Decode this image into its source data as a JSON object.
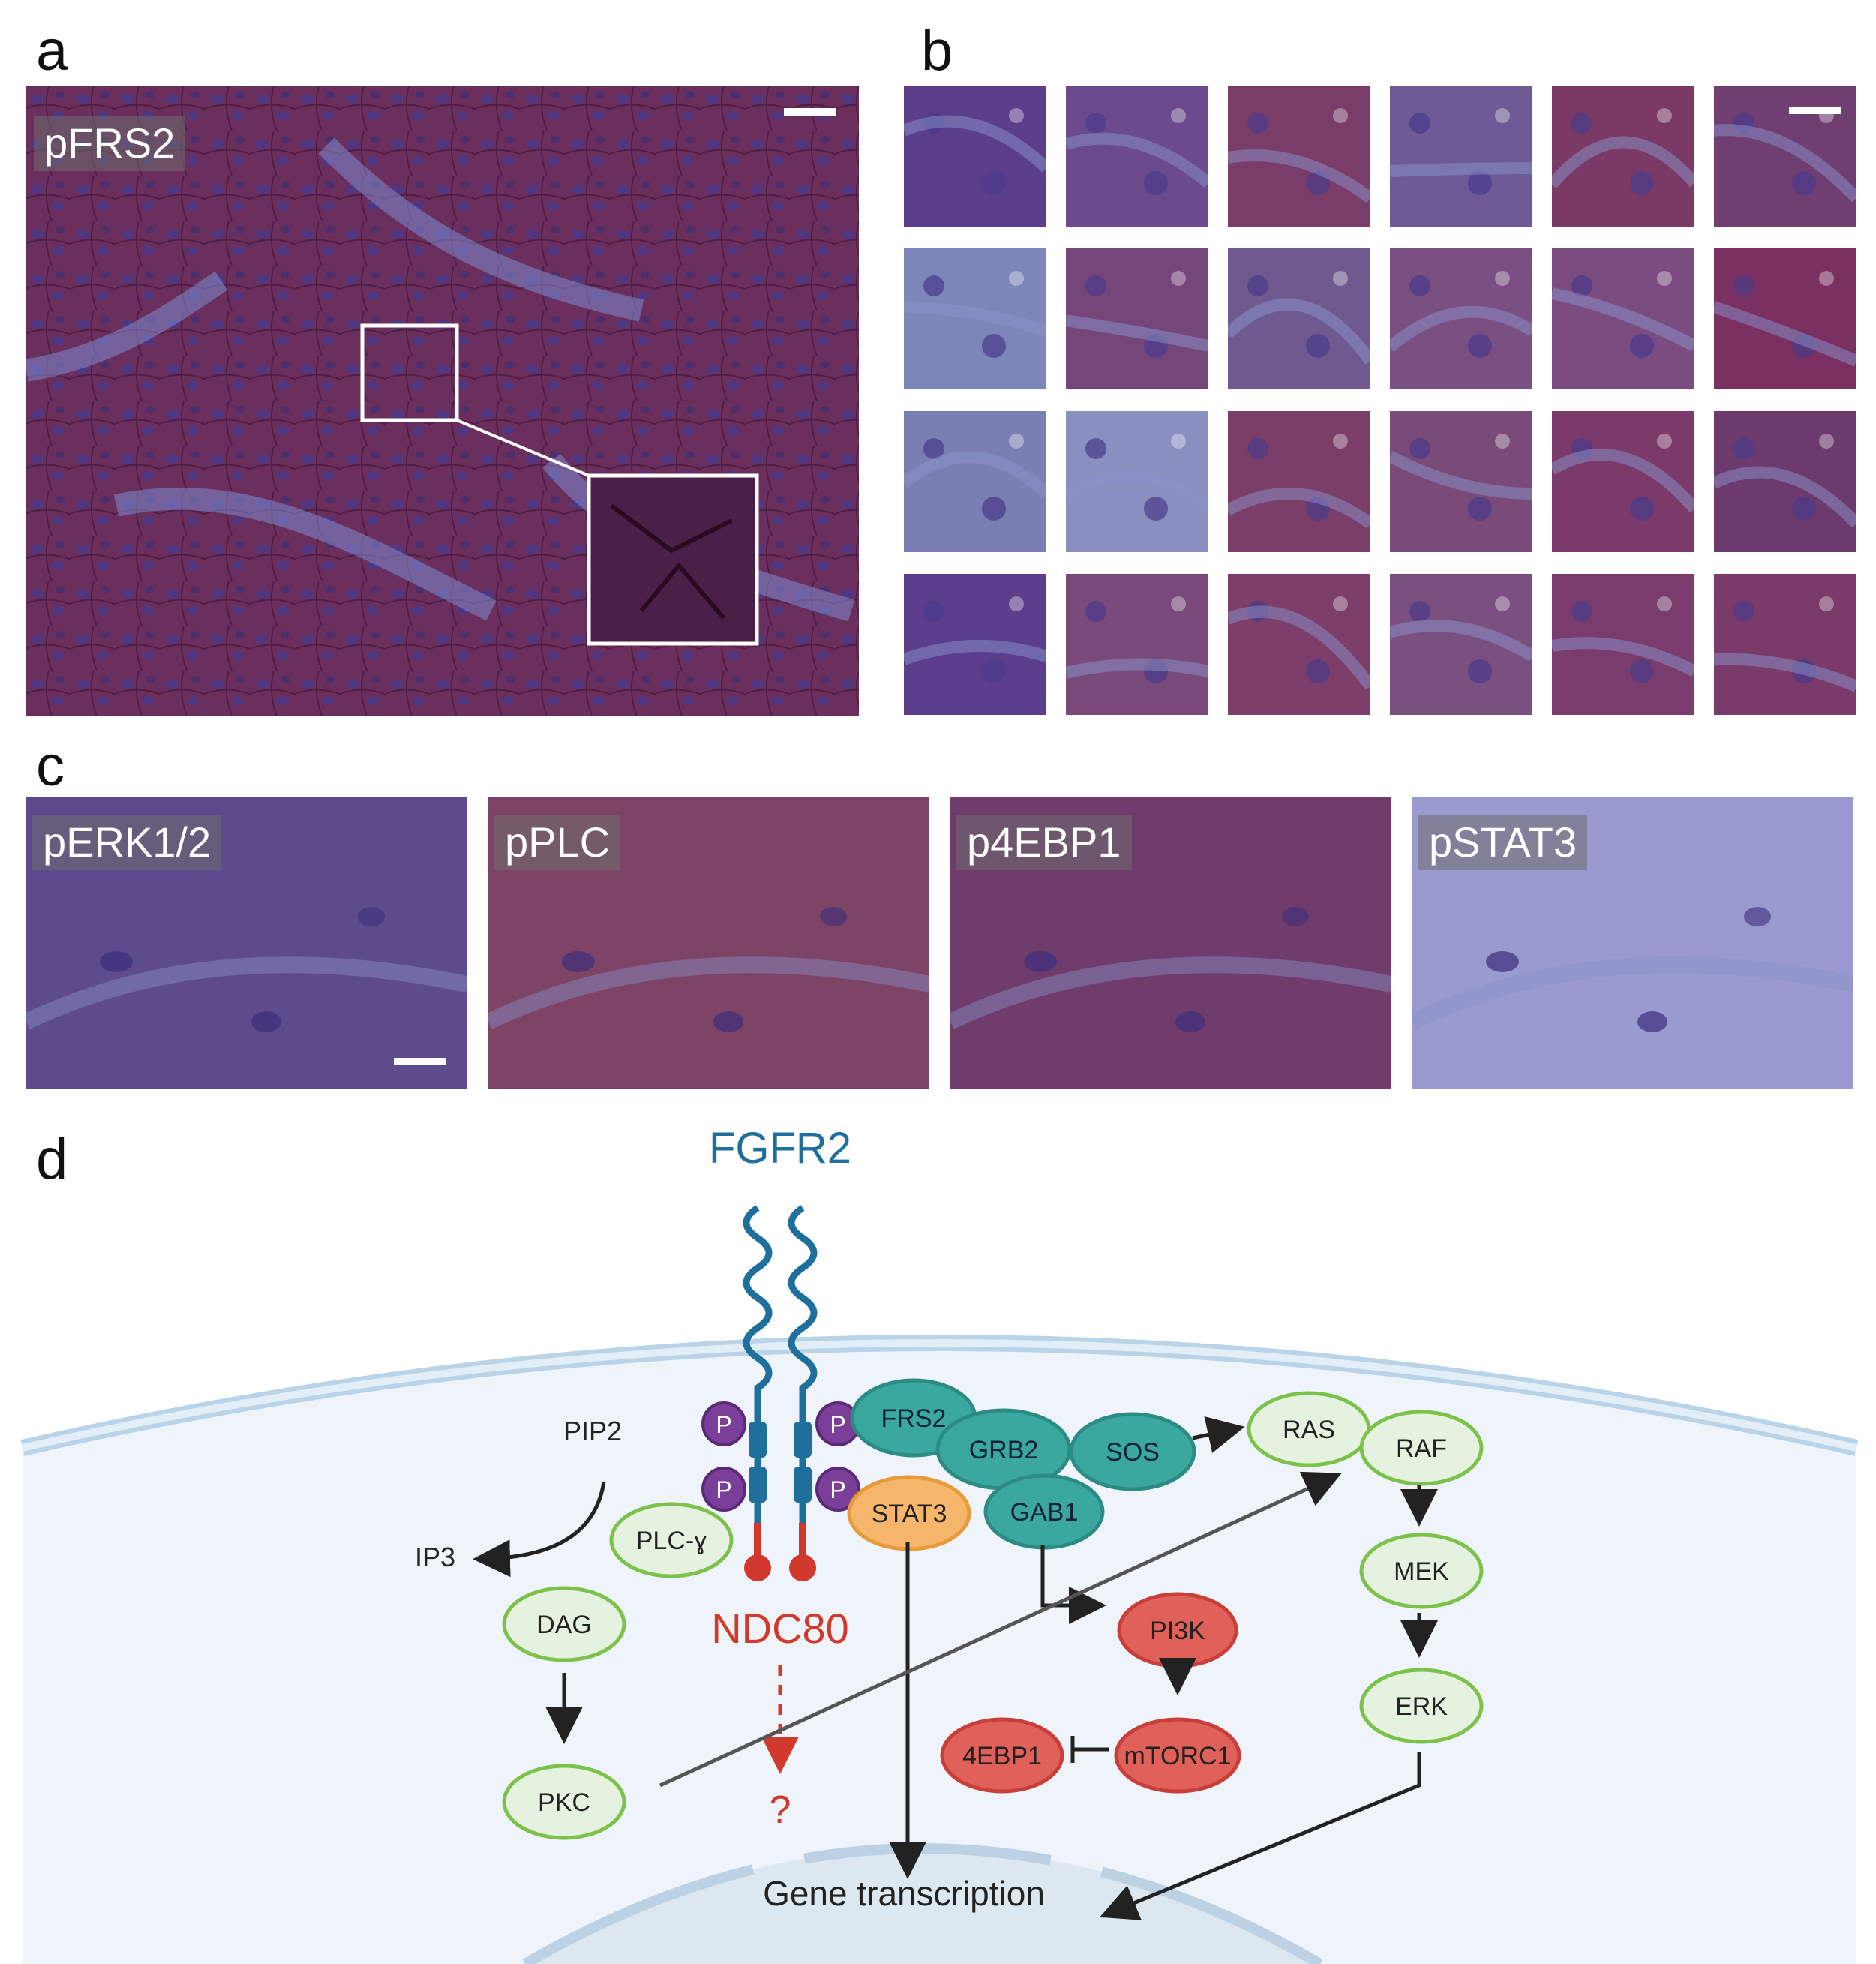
{
  "panels": {
    "a": {
      "letter": "a",
      "label": "pFRS2",
      "stain": "#6b2f5e"
    },
    "b": {
      "letter": "b",
      "rows": 4,
      "cols": 6,
      "stains": [
        "#5c3f8a",
        "#6b4a8e",
        "#7a3d6a",
        "#6d5a96",
        "#7b3a66",
        "#703f72",
        "#7d86b8",
        "#75467a",
        "#6f5a90",
        "#7a4f82",
        "#7a4c80",
        "#7a3060",
        "#7b7eb2",
        "#8a8fc0",
        "#7a3e68",
        "#7a4a78",
        "#7b3a6a",
        "#6c3a6c",
        "#5b3f8c",
        "#7a4a7a",
        "#7d3e6a",
        "#7a5080",
        "#7a3c6c",
        "#7a3a6a"
      ]
    },
    "c": {
      "letter": "c",
      "images": [
        {
          "label": "pERK1/2",
          "stain": "#5d4b8e"
        },
        {
          "label": "pPLC",
          "stain": "#7e4466"
        },
        {
          "label": "p4EBP1",
          "stain": "#6f3c6c"
        },
        {
          "label": "pSTAT3",
          "stain": "#9a9ad0"
        }
      ]
    },
    "d": {
      "letter": "d"
    }
  },
  "pathway": {
    "receptor": "FGFR2",
    "ndc80": "NDC80",
    "question": "?",
    "phospho": "P",
    "nodes": {
      "pip2": "PIP2",
      "ip3": "IP3",
      "plc": "PLC-ɣ",
      "dag": "DAG",
      "pkc": "PKC",
      "frs2": "FRS2",
      "grb2": "GRB2",
      "sos": "SOS",
      "gab1": "GAB1",
      "stat3": "STAT3",
      "ras": "RAS",
      "raf": "RAF",
      "mek": "MEK",
      "erk": "ERK",
      "pi3k": "PI3K",
      "mtorc1": "mTORC1",
      "ebp1": "4EBP1"
    },
    "output": "Gene transcription",
    "colors": {
      "receptor": "#1f6f9c",
      "ndc80": "#d0392b",
      "phospho": "#7b3f9a",
      "green_fill": "#e6f2e0",
      "green_stroke": "#7cc24a",
      "teal_fill": "#3aa89e",
      "teal_stroke": "#2c8c83",
      "orange_fill": "#f5b56b",
      "orange_stroke": "#e69a3a",
      "red_fill": "#e0605a",
      "red_stroke": "#c83f3a"
    }
  }
}
